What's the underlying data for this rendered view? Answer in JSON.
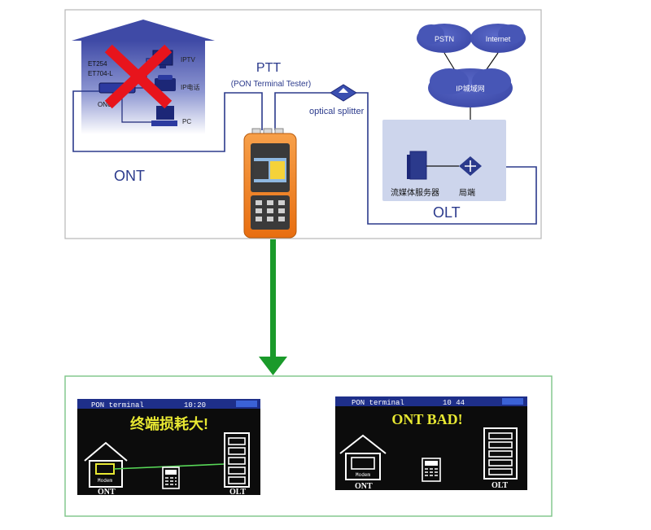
{
  "diagram": {
    "top": {
      "ptt_title": "PTT",
      "ptt_subtitle": "(PON Terminal Tester)",
      "splitter_label": "optical splitter",
      "ont_label": "ONT",
      "olt_label": "OLT",
      "house": {
        "device_label_1": "ET254",
        "device_label_2": "ET704-L",
        "onu_label": "ONU",
        "iptv_label": "IPTV",
        "ipphone_label": "IP电话",
        "pc_label": "PC"
      },
      "network": {
        "pstn_label": "PSTN",
        "internet_label": "Internet",
        "ip_metro_label": "IP城域网",
        "media_server_label": "流媒体服务器",
        "central_office_label": "局端"
      }
    },
    "screens": [
      {
        "header_left": "PON terminal",
        "header_time": "10:20",
        "message": "终端损耗大!",
        "modem_label": "Modem",
        "ont_label": "ONT",
        "olt_label": "OLT"
      },
      {
        "header_left": "PON terminal",
        "header_time": "10 44",
        "message": "ONT BAD!",
        "modem_label": "Modem",
        "ont_label": "ONT",
        "olt_label": "OLT"
      }
    ],
    "colors": {
      "line_blue": "#2b3a8c",
      "arrow_green": "#1a9a2a",
      "cross_red": "#e8141c",
      "screen_bg": "#0c0c0c",
      "screen_text_yellow": "#e8e832",
      "tester_orange": "#f0821e"
    }
  }
}
